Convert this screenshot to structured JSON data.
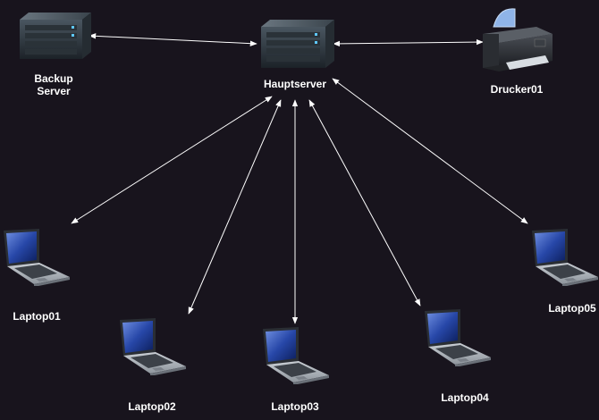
{
  "diagram": {
    "background": "#18141d",
    "edge_color": "#ffffff",
    "nodes": {
      "hauptserver": {
        "label": "Hauptserver",
        "type": "server-icon"
      },
      "backup": {
        "label_line1": "Backup",
        "label_line2": "Server",
        "type": "server-icon"
      },
      "drucker": {
        "label": "Drucker01",
        "type": "printer-icon"
      },
      "laptop01": {
        "label": "Laptop01",
        "type": "laptop-icon"
      },
      "laptop02": {
        "label": "Laptop02",
        "type": "laptop-icon"
      },
      "laptop03": {
        "label": "Laptop03",
        "type": "laptop-icon"
      },
      "laptop04": {
        "label": "Laptop04",
        "type": "laptop-icon"
      },
      "laptop05": {
        "label": "Laptop05",
        "type": "laptop-icon"
      }
    },
    "edges": [
      {
        "from": "backup",
        "to": "hauptserver",
        "bidirectional": true
      },
      {
        "from": "hauptserver",
        "to": "drucker",
        "bidirectional": true
      },
      {
        "from": "hauptserver",
        "to": "laptop01",
        "bidirectional": true
      },
      {
        "from": "hauptserver",
        "to": "laptop02",
        "bidirectional": true
      },
      {
        "from": "hauptserver",
        "to": "laptop03",
        "bidirectional": true
      },
      {
        "from": "hauptserver",
        "to": "laptop04",
        "bidirectional": true
      },
      {
        "from": "hauptserver",
        "to": "laptop05",
        "bidirectional": true
      }
    ]
  }
}
